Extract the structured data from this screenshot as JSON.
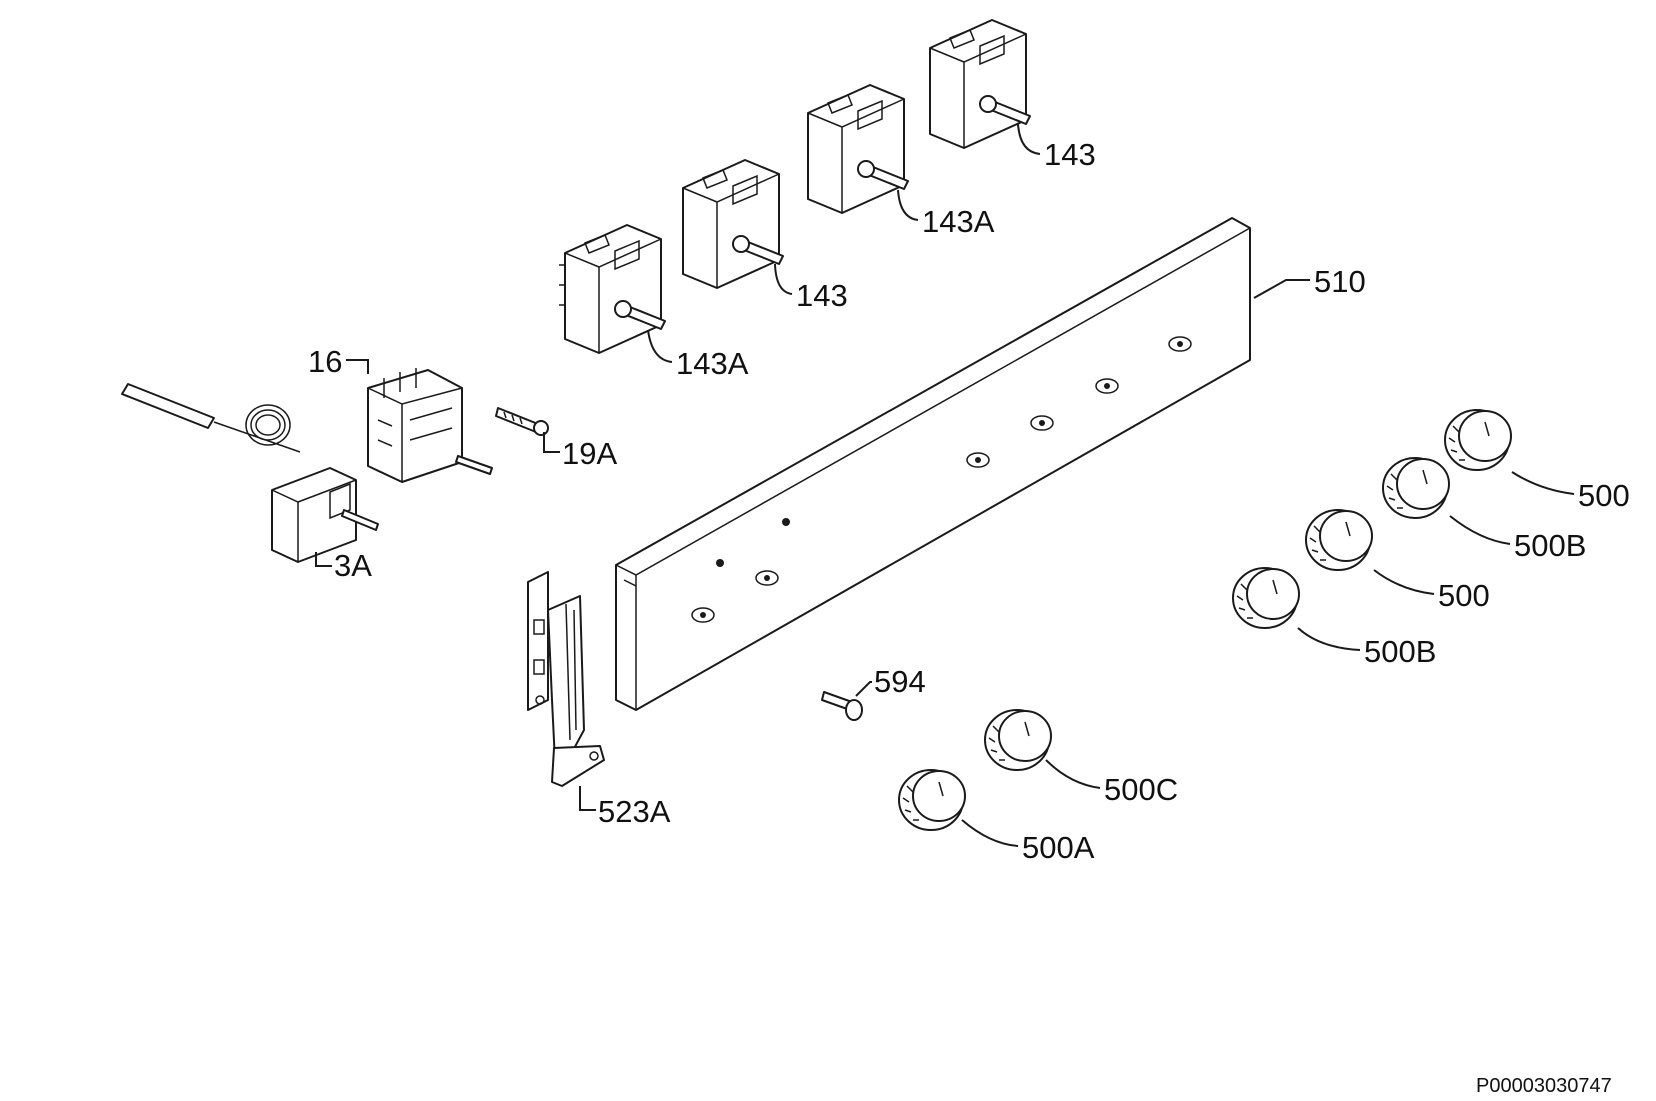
{
  "labels": {
    "p143_top": "143",
    "p143a_upper": "143A",
    "p143_mid": "143",
    "p143a_lower": "143A",
    "p510": "510",
    "p16": "16",
    "p19a": "19A",
    "p3a": "3A",
    "p523a": "523A",
    "p594": "594",
    "p500_top": "500",
    "p500b_top": "500B",
    "p500_mid": "500",
    "p500b_lower": "500B",
    "p500c": "500C",
    "p500a": "500A"
  },
  "document_id": "P00003030747"
}
